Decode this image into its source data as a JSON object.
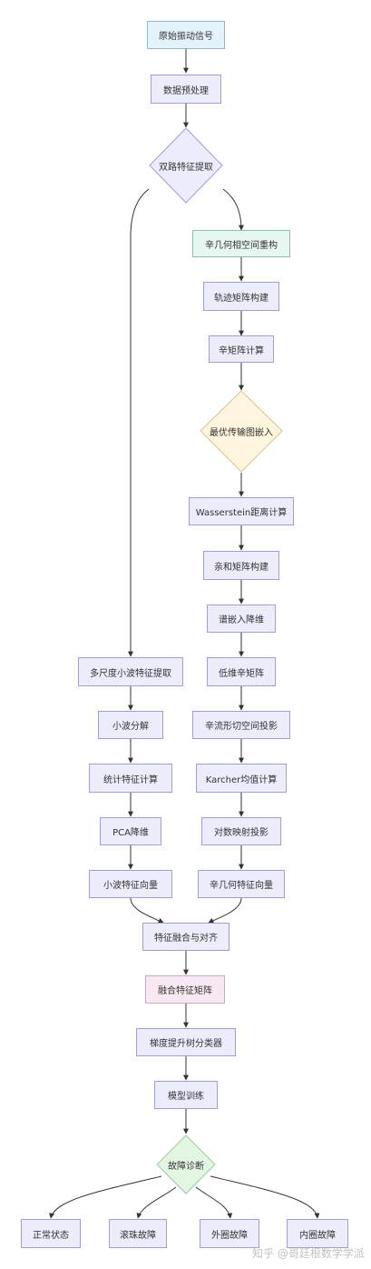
{
  "nodes": {
    "raw_signal": "原始振动信号",
    "preprocess": "数据预处理",
    "dual_path": "双路特征提取",
    "symplectic_recon": "辛几何相空间重构",
    "trajectory_matrix": "轨迹矩阵构建",
    "symplectic_matrix": "辛矩阵计算",
    "ot_embedding": "最优传输图嵌入",
    "wasserstein": "Wasserstein距离计算",
    "affinity_matrix": "亲和矩阵构建",
    "spectral_embedding": "谱嵌入降维",
    "low_dim_symplectic": "低维辛矩阵",
    "tangent_projection": "辛流形切空间投影",
    "karcher_mean": "Karcher均值计算",
    "log_map_projection": "对数映射投影",
    "symplectic_vector": "辛几何特征向量",
    "multiscale_wavelet": "多尺度小波特征提取",
    "wavelet_decomp": "小波分解",
    "stat_features": "统计特征计算",
    "pca": "PCA降维",
    "wavelet_vector": "小波特征向量",
    "fusion_align": "特征融合与对齐",
    "fused_matrix": "融合特征矩阵",
    "gbdt": "梯度提升树分类器",
    "model_training": "模型训练",
    "fault_diagnosis": "故障诊断",
    "normal": "正常状态",
    "ball_fault": "滚珠故障",
    "outer_race_fault": "外圈故障",
    "inner_race_fault": "内圈故障"
  },
  "watermark": "知乎 @哥廷根数学学派",
  "colors": {
    "node_fill": "#ececfd",
    "node_border": "#9f9fd8",
    "blue_fill": "#e3f2fb",
    "green_fill": "#e6f6f0",
    "pink_fill": "#f8e8f2",
    "diamond_lavender": "#ececfd",
    "diamond_yellow": "#fff4dd",
    "diamond_green": "#e2f6e2",
    "edge": "#333333"
  }
}
